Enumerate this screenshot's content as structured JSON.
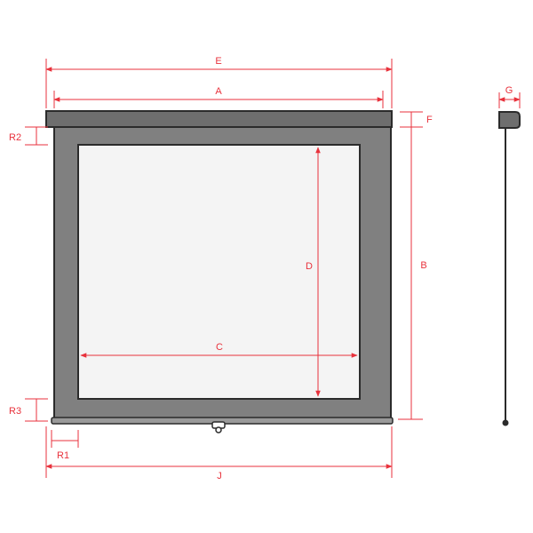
{
  "colors": {
    "dimension": "#e8323c",
    "frame": "#808080",
    "outline": "#2b2b2b",
    "surface": "#f4f4f4",
    "housing": "#6e6e6e"
  },
  "labels": {
    "E": "E",
    "A": "A",
    "F": "F",
    "G": "G",
    "R2": "R2",
    "B": "B",
    "D": "D",
    "C": "C",
    "R3": "R3",
    "R1": "R1",
    "J": "J"
  }
}
